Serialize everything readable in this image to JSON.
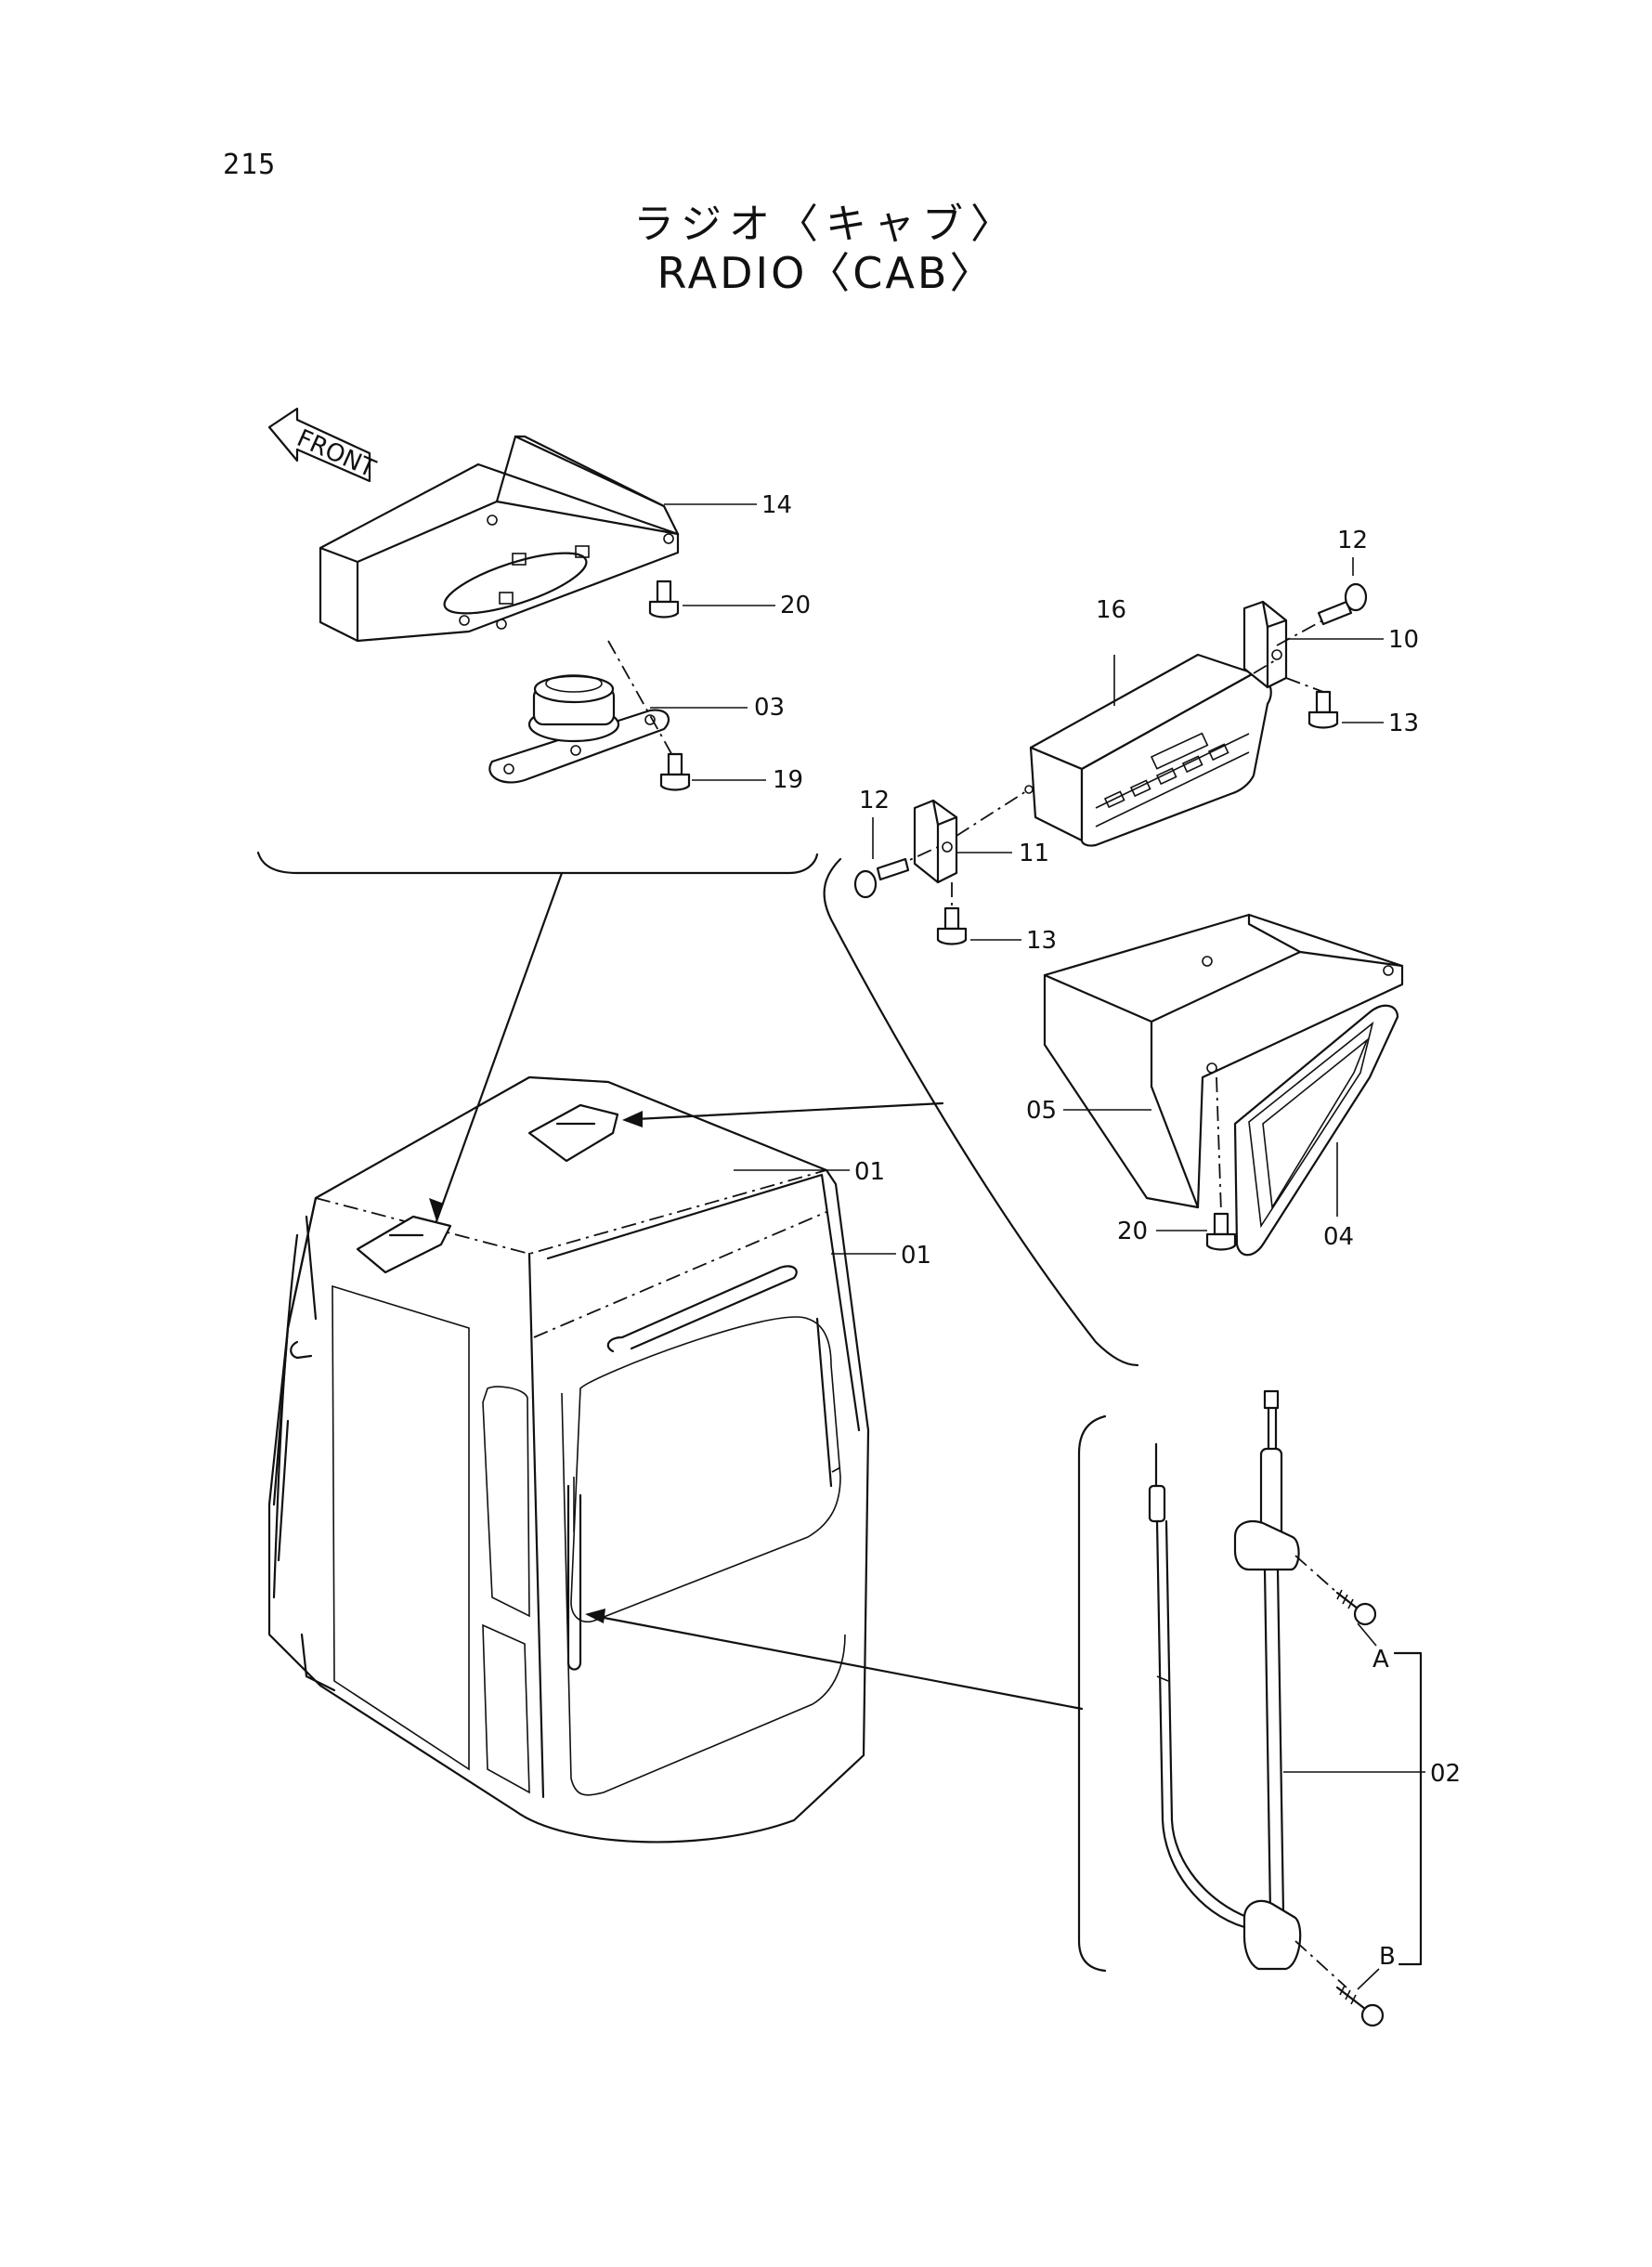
{
  "page_number": "215",
  "title_jp": "ラジオ〈キャブ〉",
  "title_en": "RADIO〈CAB〉",
  "front_label": "FRONT",
  "callouts": {
    "c14": "14",
    "c20a": "20",
    "c03": "03",
    "c19": "19",
    "c12a": "12",
    "c16": "16",
    "c10": "10",
    "c13a": "13",
    "c12b": "12",
    "c11": "11",
    "c13b": "13",
    "c05": "05",
    "c20b": "20",
    "c04": "04",
    "c01a": "01",
    "c01b": "01",
    "c02": "02",
    "cA": "A",
    "cB": "B"
  }
}
